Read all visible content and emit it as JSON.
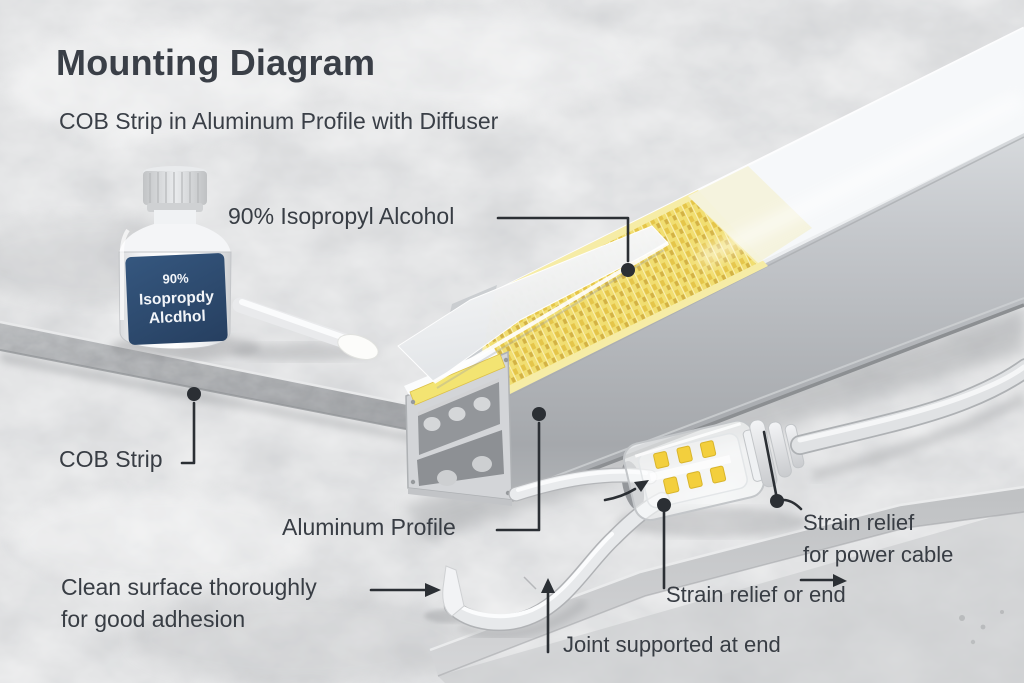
{
  "title": "Mounting Diagram",
  "subtitle": "COB Strip in Aluminum Profile with Diffuser",
  "callouts": {
    "alcohol": "90% Isopropyl Alcohol",
    "cob": "COB Strip",
    "aluminum": "Aluminum Profile",
    "clean1": "Clean surface thoroughly",
    "clean2": "for good adhesion",
    "srp1": "Strain relief",
    "srp2": "for power cable",
    "sre": "Strain relief or end",
    "joint": "Joint supported at end"
  },
  "bottle_label": {
    "line1": "90%",
    "line2": "Isopropdy",
    "line3": "Alcdhol"
  },
  "colors": {
    "text": "#3a3f47",
    "leader_line": "#2b2f34",
    "bottle_label_bg": "#2d4a6e",
    "cob_strip_yellow": "#f0da5e",
    "lever_yellow": "#f3cf3d",
    "aluminum_silver": "#b9bcc0",
    "diffuser_white": "#f6f8fa",
    "floor_gray": "#cfd0d2"
  }
}
